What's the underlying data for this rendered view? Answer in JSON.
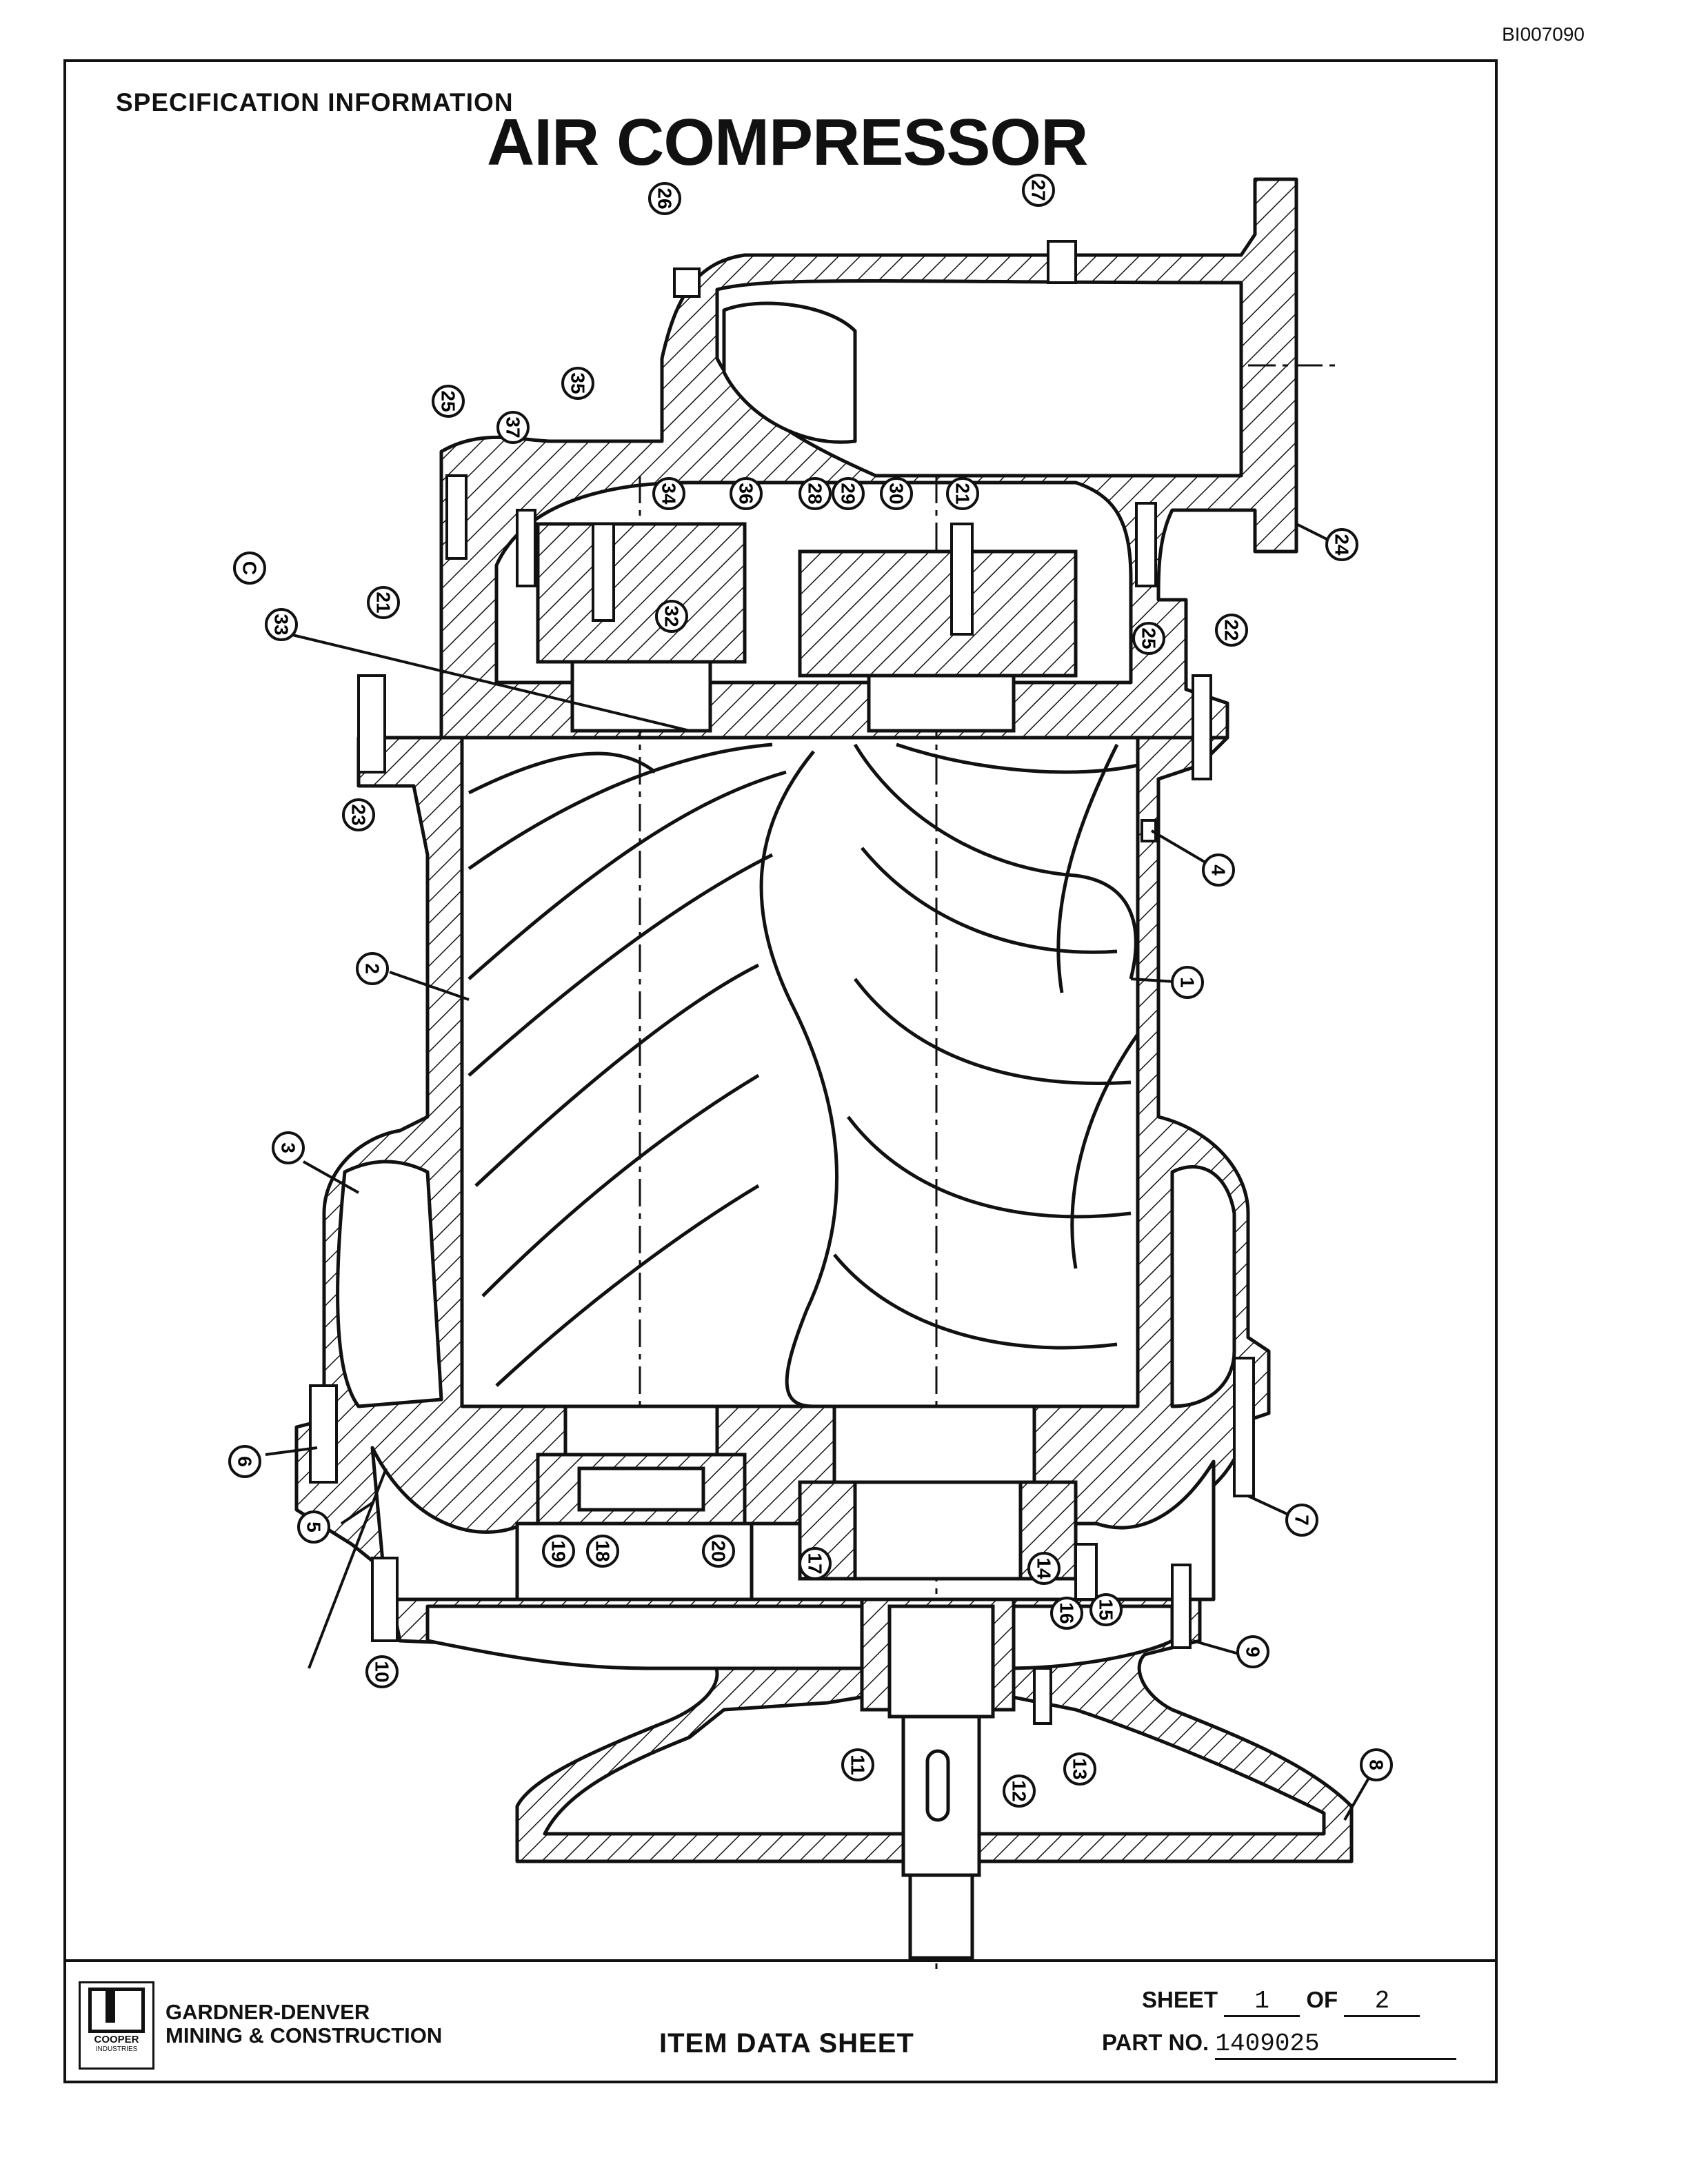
{
  "document_id": "BI007090",
  "header": {
    "section_label": "SPECIFICATION INFORMATION",
    "title": "AIR COMPRESSOR"
  },
  "diagram": {
    "callouts": [
      "1",
      "2",
      "3",
      "4",
      "5",
      "6",
      "7",
      "8",
      "9",
      "10",
      "11",
      "12",
      "13",
      "14",
      "15",
      "16",
      "17",
      "18",
      "19",
      "20",
      "21",
      "21",
      "22",
      "23",
      "24",
      "25",
      "25",
      "26",
      "27",
      "28",
      "29",
      "30",
      "32",
      "33",
      "34",
      "35",
      "36",
      "37",
      "C"
    ]
  },
  "title_block": {
    "logo": {
      "line1": "COOPER",
      "line2": "INDUSTRIES"
    },
    "company_line1": "GARDNER-DENVER",
    "company_line2": "MINING & CONSTRUCTION",
    "sheet_type": "ITEM DATA SHEET",
    "sheet_label": "SHEET",
    "sheet_number": "1",
    "of_label": "OF",
    "sheet_total": "2",
    "part_label": "PART NO.",
    "part_number": "1409025"
  }
}
